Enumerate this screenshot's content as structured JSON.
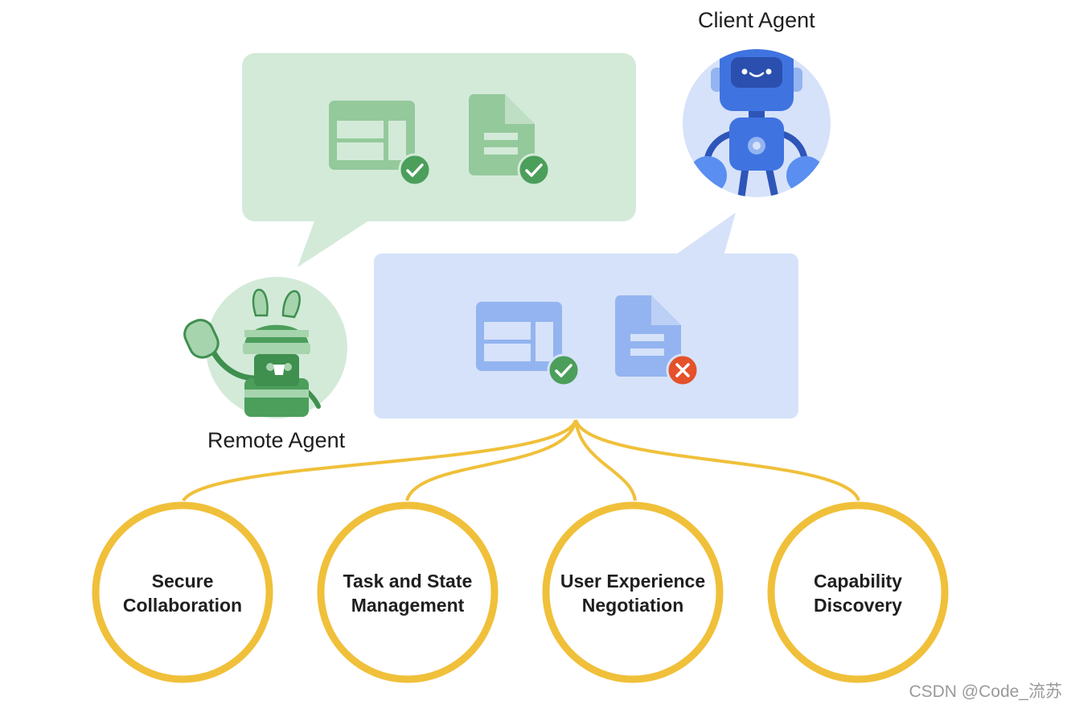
{
  "labels": {
    "client_agent": "Client Agent",
    "remote_agent": "Remote Agent"
  },
  "capabilities": [
    {
      "line1": "Secure",
      "line2": "Collaboration"
    },
    {
      "line1": "Task and State",
      "line2": "Management"
    },
    {
      "line1": "User Experience",
      "line2": "Negotiation"
    },
    {
      "line1": "Capability",
      "line2": "Discovery"
    }
  ],
  "watermark": "CSDN @Code_流苏",
  "colors": {
    "green_bubble": "#d3ead9",
    "green_icon": "#94c99b",
    "blue_bubble": "#d6e2f9",
    "blue_icon": "#93b4f0",
    "check_green": "#4c9e5b",
    "error_red": "#e4512b",
    "connector_yellow": "#f0c03a",
    "robot_blue": "#3f73e0"
  },
  "icons": [
    "table-icon",
    "document-icon",
    "check-badge-icon",
    "error-badge-icon",
    "client-robot-icon",
    "remote-robot-icon"
  ]
}
